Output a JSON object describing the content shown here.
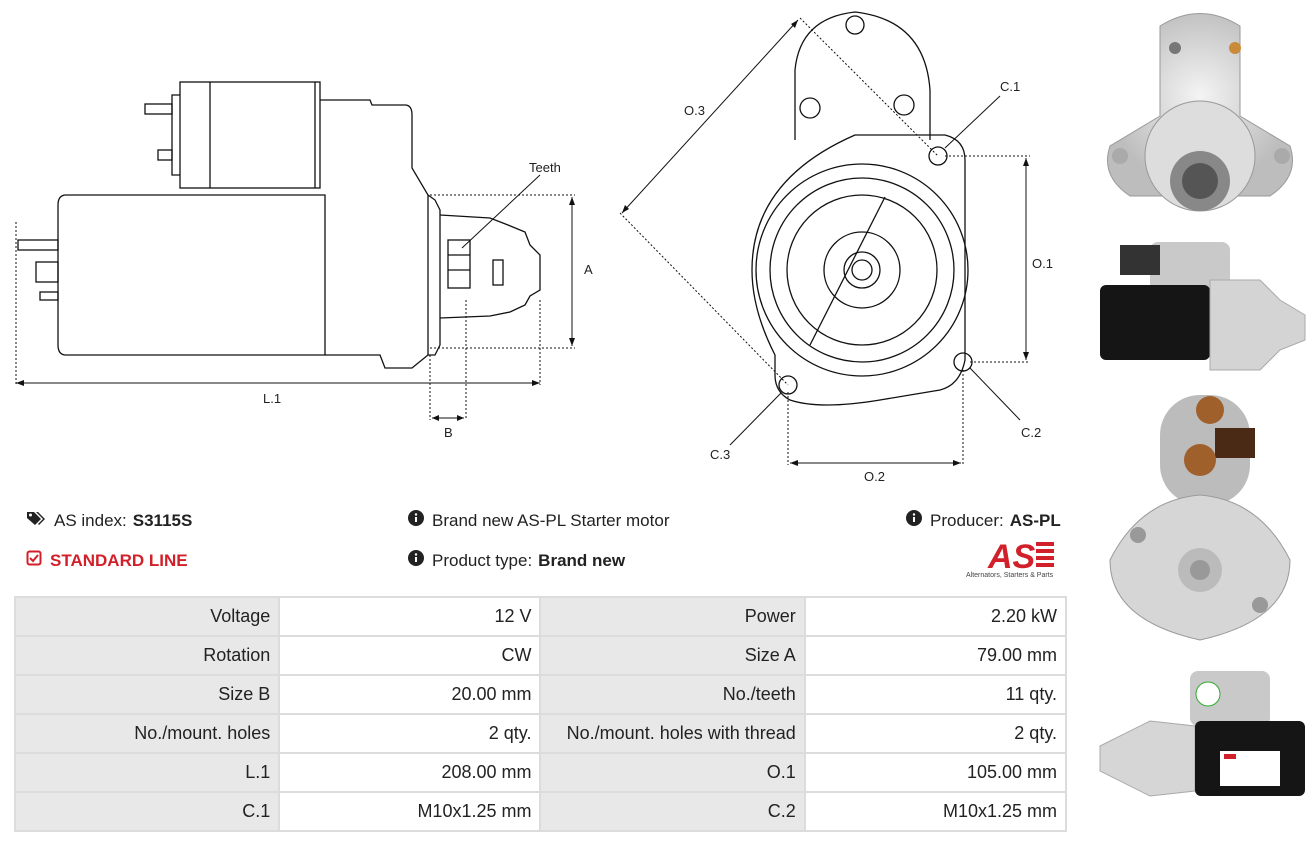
{
  "drawing": {
    "labels": {
      "teeth": "Teeth",
      "a": "A",
      "l1": "L.1",
      "b": "B",
      "o3": "O.3",
      "c1": "C.1",
      "o1": "O.1",
      "c2": "C.2",
      "c3": "C.3",
      "o2": "O.2"
    }
  },
  "info": {
    "as_index_label": "AS index:",
    "as_index_value": "S3115S",
    "standard_line": "STANDARD LINE",
    "description": "Brand new AS-PL Starter motor",
    "product_type_label": "Product type:",
    "product_type_value": "Brand new",
    "producer_label": "Producer:",
    "producer_value": "AS-PL"
  },
  "logo": {
    "text": "AS",
    "tagline": "Alternators, Starters & Parts"
  },
  "specs": [
    {
      "k1": "Voltage",
      "v1": "12 V",
      "k2": "Power",
      "v2": "2.20 kW"
    },
    {
      "k1": "Rotation",
      "v1": "CW",
      "k2": "Size A",
      "v2": "79.00 mm"
    },
    {
      "k1": "Size B",
      "v1": "20.00 mm",
      "k2": "No./teeth",
      "v2": "11 qty."
    },
    {
      "k1": "No./mount. holes",
      "v1": "2 qty.",
      "k2": "No./mount. holes with thread",
      "v2": "2 qty."
    },
    {
      "k1": "L.1",
      "v1": "208.00 mm",
      "k2": "O.1",
      "v2": "105.00 mm"
    },
    {
      "k1": "C.1",
      "v1": "M10x1.25 mm",
      "k2": "C.2",
      "v2": "M10x1.25 mm"
    }
  ],
  "colors": {
    "accent_red": "#d2202a",
    "key_cell_bg": "#e8e8e8"
  },
  "icons": [
    "tags-icon",
    "check-square-icon",
    "info-circle-icon"
  ]
}
